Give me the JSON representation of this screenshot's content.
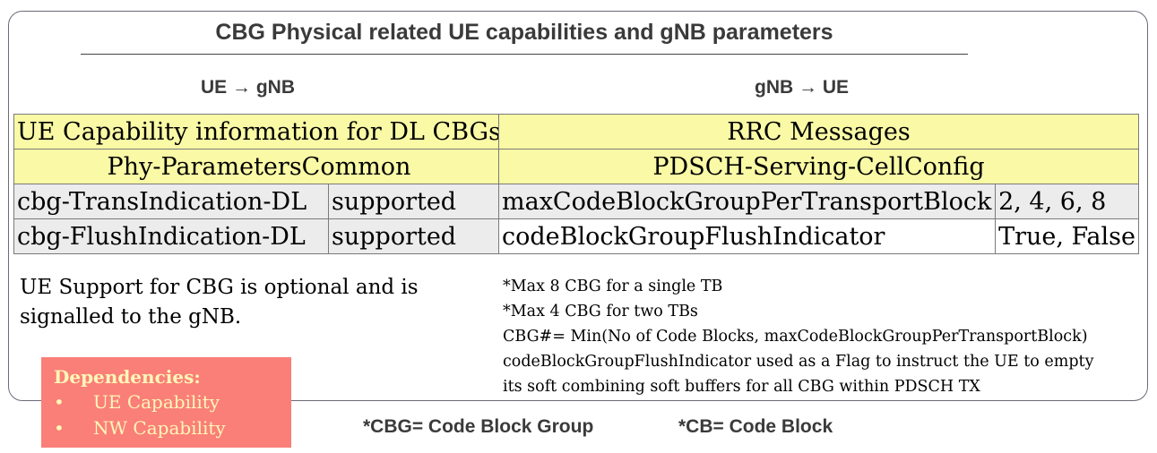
{
  "title": "CBG Physical related UE capabilities and gNB parameters",
  "left_direction": "UE → gNB",
  "right_direction": "gNB → UE",
  "left_table": {
    "header1": "UE Capability information for DL CBGs",
    "header2": "Phy-ParametersCommon",
    "rows": [
      {
        "name": "cbg-TransIndication-DL",
        "value": "supported"
      },
      {
        "name": "cbg-FlushIndication-DL",
        "value": "supported"
      }
    ]
  },
  "right_table": {
    "header1": "RRC Messages",
    "header2": "PDSCH-Serving-CellConfig",
    "rows": [
      {
        "name": "maxCodeBlockGroupPerTransportBlock",
        "value": "2, 4, 6, 8"
      },
      {
        "name": "codeBlockGroupFlushIndicator",
        "value": "True, False"
      }
    ]
  },
  "left_note": "UE Support for CBG is optional and is signalled to the gNB.",
  "right_notes": [
    "*Max 8 CBG for a single TB",
    "*Max 4 CBG for two TBs",
    "CBG#= Min(No of Code Blocks, maxCodeBlockGroupPerTransportBlock)",
    "codeBlockGroupFlushIndicator used as a Flag to instruct the UE to empty",
    "its soft combining soft buffers for all CBG within PDSCH TX"
  ],
  "dependencies": {
    "heading": "Dependencies:",
    "items": [
      "UE Capability",
      "NW Capability"
    ]
  },
  "footnotes": {
    "cbg": "*CBG= Code Block Group",
    "cb": "*CB= Code Block"
  },
  "colors": {
    "header_fill": "#fafaa6",
    "row_fill": "#ececec",
    "dependencies_fill": "#fa7f78",
    "dependencies_text": "#fff7b8"
  }
}
